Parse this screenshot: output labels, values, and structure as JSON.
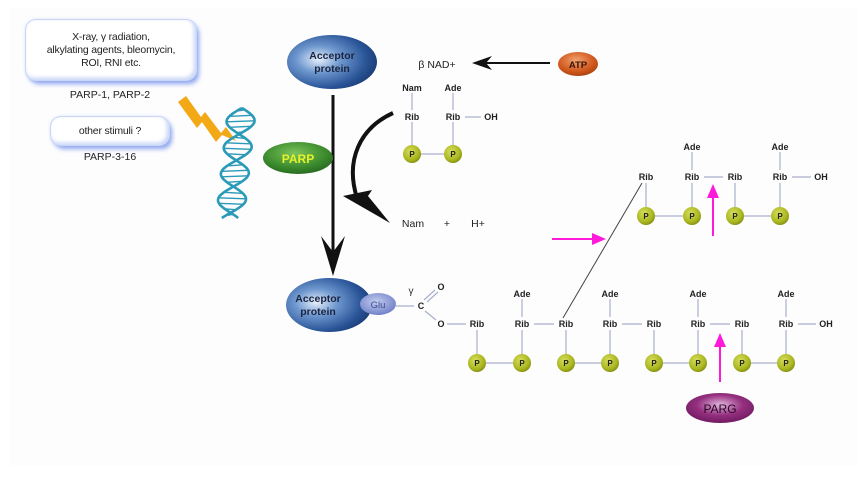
{
  "diagram": {
    "title": "PARP-mediated poly(ADP-ribosyl)ation pathway",
    "stimuli": [
      {
        "text_lines": [
          "X-ray, γ radiation,",
          "alkylating agents, bleomycin,",
          "ROI, RNI etc."
        ],
        "caption": "PARP-1, PARP-2"
      },
      {
        "text_lines": [
          "other stimuli ?"
        ],
        "caption": "PARP-3-16"
      }
    ],
    "nodes": {
      "acceptor_top": {
        "line1": "Acceptor",
        "line2": "protein",
        "color": "#2e5a9c"
      },
      "acceptor_bottom": {
        "line1": "Acceptor",
        "line2": "protein",
        "color": "#2e5a9c"
      },
      "glu": {
        "label": "Glu",
        "color": "#7e8fd0"
      },
      "parp": {
        "label": "PARP",
        "color": "#3c8a2e",
        "text_color": "#e6f22a"
      },
      "atp": {
        "label": "ATP",
        "color": "#d0581c"
      },
      "parg": {
        "label": "PARG",
        "color": "#7a1f6e"
      }
    },
    "nad": {
      "title": "β NAD+",
      "nam": "Nam",
      "ade": "Ade",
      "rib": "Rib",
      "oh": "OH",
      "p": "P"
    },
    "products": {
      "nam": "Nam",
      "plus": "+",
      "h": "H+"
    },
    "carboxyl": {
      "gamma": "γ",
      "c": "C",
      "o": "O"
    },
    "chain_labels": {
      "rib": "Rib",
      "ade": "Ade",
      "p": "P",
      "oh": "OH"
    },
    "colors": {
      "phosphate": "#a9b61e",
      "bond": "#a9b0cc",
      "arrow": "#111111",
      "cleavage_arrow": "#ff1ad9",
      "lightning": "#f3a815",
      "dna": "#2a9ab8"
    }
  }
}
